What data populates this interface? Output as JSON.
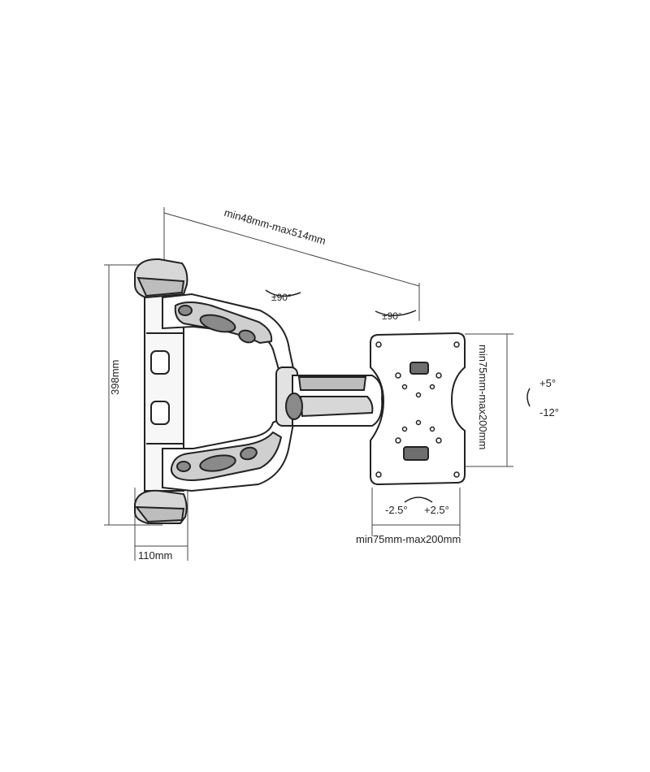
{
  "dimensions": {
    "arm_extension": "min48mm-max514mm",
    "height": "398mm",
    "wall_plate_depth": "110mm",
    "vesa_vertical": "min75mm-max200mm",
    "vesa_horizontal": "min75mm-max200mm"
  },
  "angles": {
    "swivel_arm": "±90°",
    "swivel_plate": "±90°",
    "tilt_up": "+5°",
    "tilt_down": "-12°",
    "rotate_left": "-2.5°",
    "rotate_right": "+2.5°"
  }
}
